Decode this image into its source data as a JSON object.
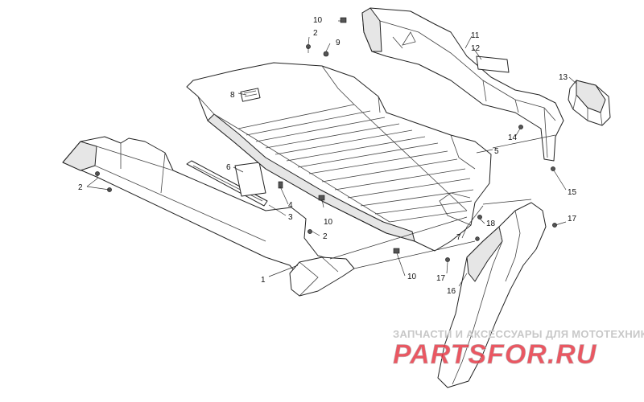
{
  "callouts": [
    {
      "id": "c1",
      "label": "1"
    },
    {
      "id": "c2a",
      "label": "2"
    },
    {
      "id": "c2b",
      "label": "2"
    },
    {
      "id": "c2c",
      "label": "2"
    },
    {
      "id": "c3",
      "label": "3"
    },
    {
      "id": "c4",
      "label": "4"
    },
    {
      "id": "c5",
      "label": "5"
    },
    {
      "id": "c6",
      "label": "6"
    },
    {
      "id": "c7",
      "label": "7"
    },
    {
      "id": "c8",
      "label": "8"
    },
    {
      "id": "c9",
      "label": "9"
    },
    {
      "id": "c10a",
      "label": "10"
    },
    {
      "id": "c10b",
      "label": "10"
    },
    {
      "id": "c10c",
      "label": "10"
    },
    {
      "id": "c11",
      "label": "11"
    },
    {
      "id": "c12",
      "label": "12"
    },
    {
      "id": "c13",
      "label": "13"
    },
    {
      "id": "c14",
      "label": "14"
    },
    {
      "id": "c15",
      "label": "15"
    },
    {
      "id": "c16",
      "label": "16"
    },
    {
      "id": "c17a",
      "label": "17"
    },
    {
      "id": "c17b",
      "label": "17"
    },
    {
      "id": "c18",
      "label": "18"
    }
  ],
  "watermark": {
    "tagline": "ЗАПЧАСТИ И АКСЕССУАРЫ ДЛЯ МОТОТЕХНИКИ",
    "logo": "PARTSFOR.RU",
    "logo_color": "#e63946",
    "logo_secondary_color": "#bdbdbd"
  },
  "colors": {
    "line": "#222222",
    "paper": "#ffffff",
    "shade": "#e6e6e6"
  }
}
